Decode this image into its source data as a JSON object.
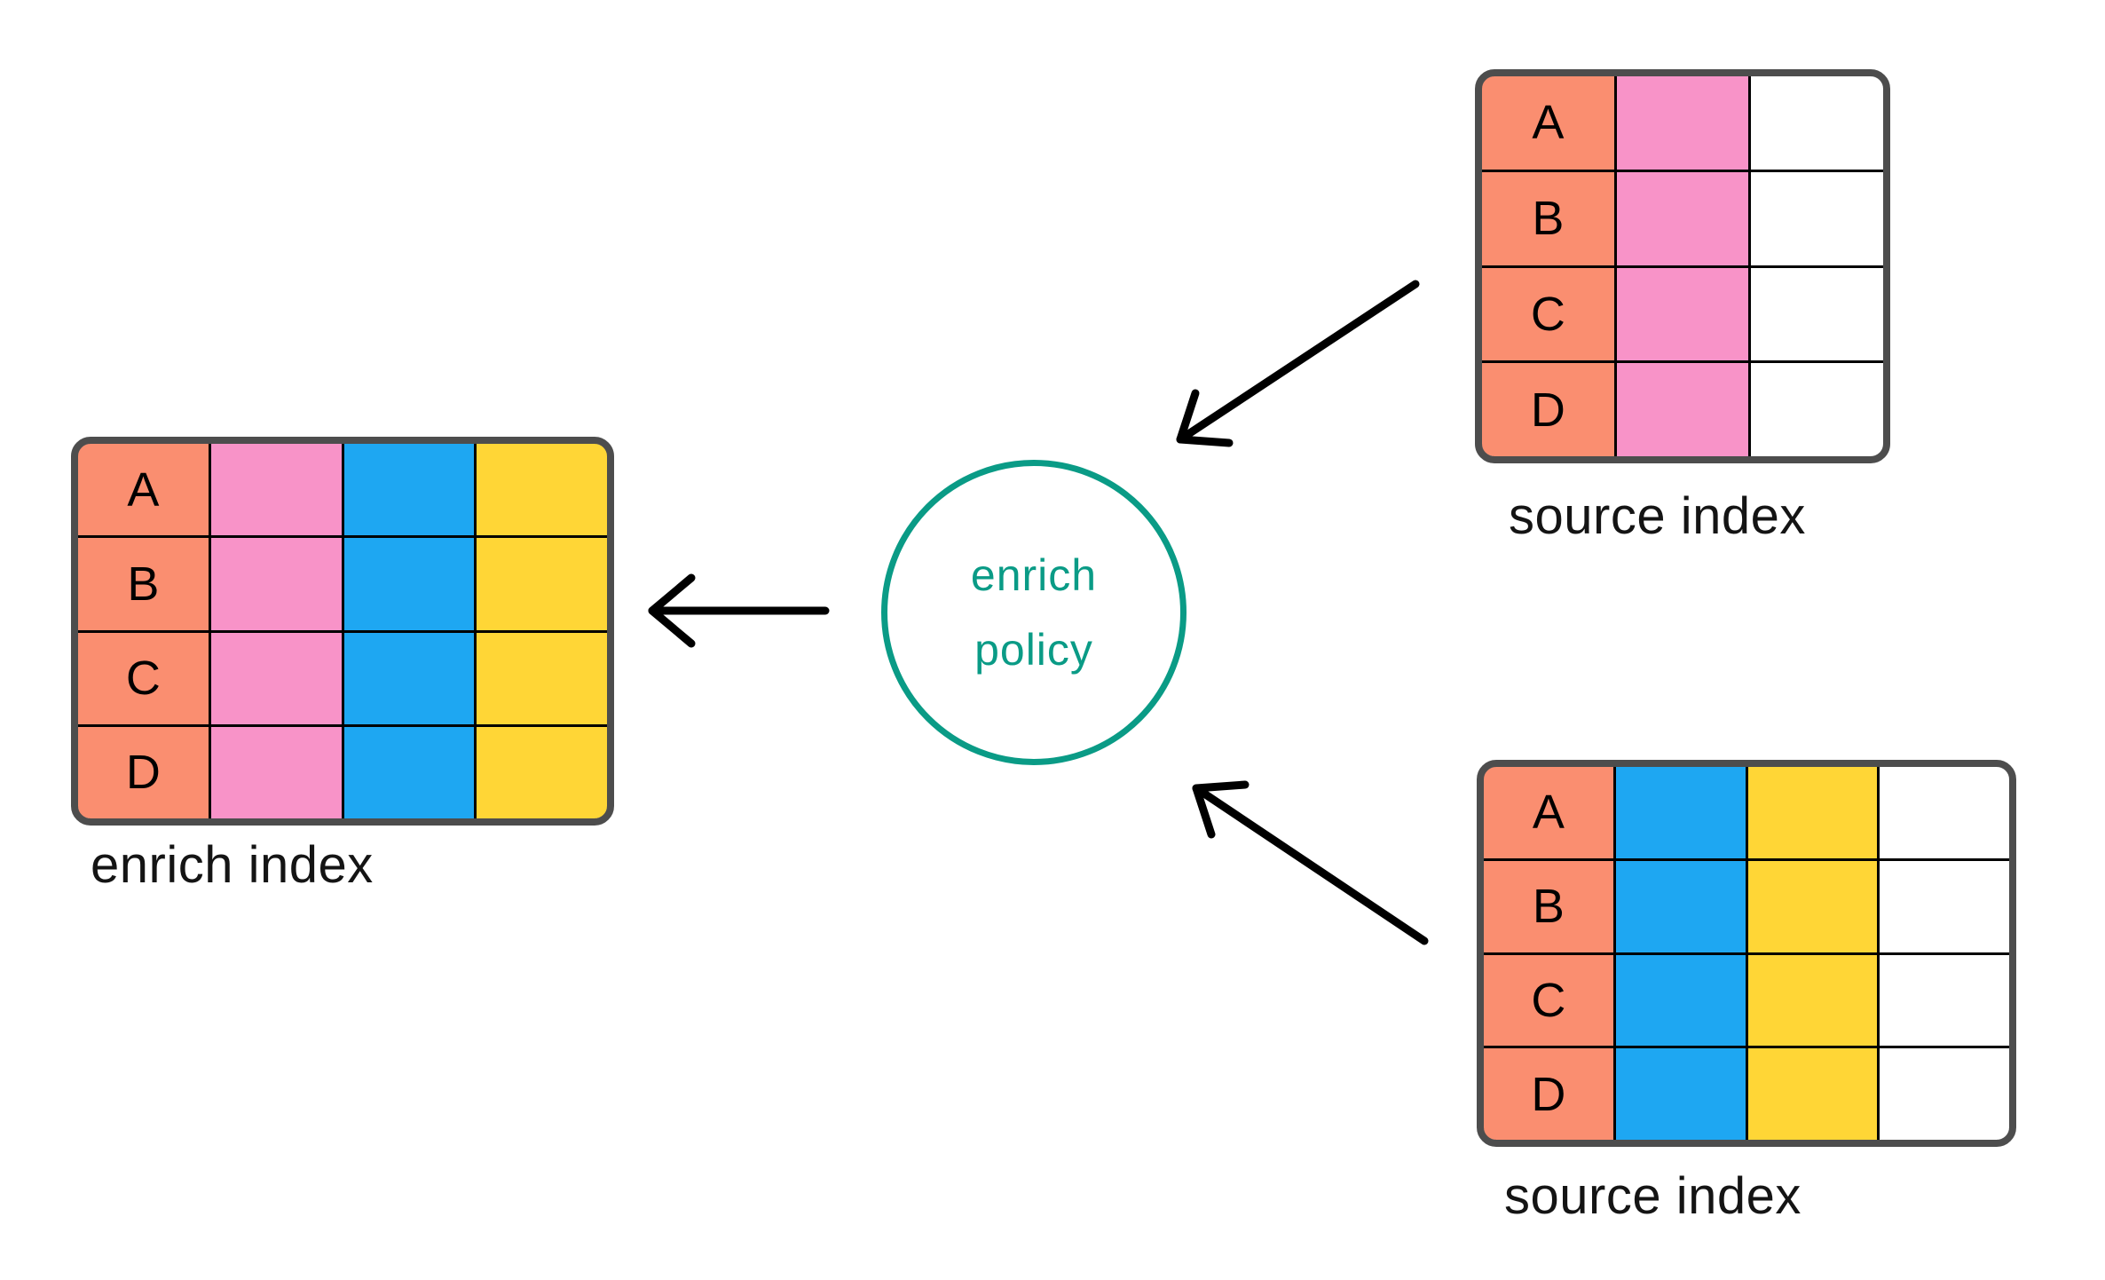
{
  "palette": {
    "salmon": "#FA8E70",
    "pink": "#F893C8",
    "blue": "#1EA7F2",
    "yellow": "#FFD636",
    "white": "#FFFFFF",
    "teal": "#0A9B86",
    "table_border": "#4D4D4D",
    "grid_line": "#000000",
    "arrow": "#000000",
    "label_text": "#141414"
  },
  "circle": {
    "id": "enrich-policy",
    "label_line1": "enrich",
    "label_line2": "policy"
  },
  "tables": [
    {
      "id": "enrich-index",
      "label": "enrich index",
      "row_labels": [
        "A",
        "B",
        "C",
        "D"
      ],
      "columns": [
        "salmon",
        "pink",
        "blue",
        "yellow"
      ]
    },
    {
      "id": "source-index-top",
      "label": "source index",
      "row_labels": [
        "A",
        "B",
        "C",
        "D"
      ],
      "columns": [
        "salmon",
        "pink",
        "white"
      ]
    },
    {
      "id": "source-index-bottom",
      "label": "source index",
      "row_labels": [
        "A",
        "B",
        "C",
        "D"
      ],
      "columns": [
        "salmon",
        "blue",
        "yellow",
        "white"
      ]
    }
  ],
  "arrows": [
    {
      "id": "arrow-source-top-to-policy",
      "from": "source-index-top",
      "to": "enrich-policy"
    },
    {
      "id": "arrow-source-bottom-to-policy",
      "from": "source-index-bottom",
      "to": "enrich-policy"
    },
    {
      "id": "arrow-policy-to-enrich-index",
      "from": "enrich-policy",
      "to": "enrich-index"
    }
  ]
}
